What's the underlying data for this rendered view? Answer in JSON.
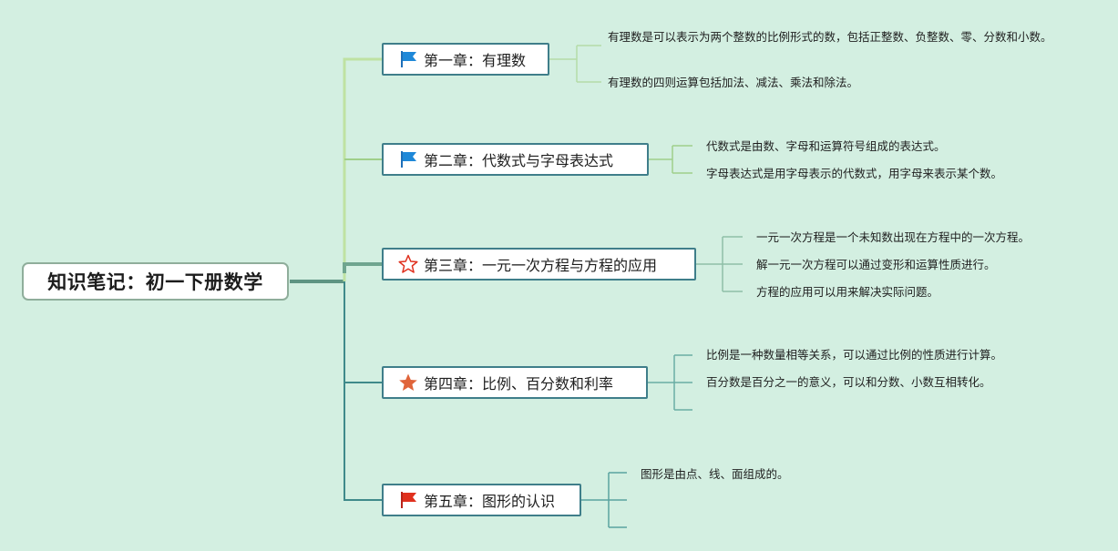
{
  "root": {
    "title": "知识笔记：初一下册数学"
  },
  "chapters": [
    {
      "title": "第一章：有理数",
      "icon": "blue-flag-icon",
      "notes": [
        "有理数是可以表示为两个整数的比例形式的数，包括正整数、负整数、零、分数和小数。",
        "有理数的四则运算包括加法、减法、乘法和除法。"
      ]
    },
    {
      "title": "第二章：代数式与字母表达式",
      "icon": "blue-flag-icon",
      "notes": [
        "代数式是由数、字母和运算符号组成的表达式。",
        "字母表达式是用字母表示的代数式，用字母来表示某个数。"
      ]
    },
    {
      "title": "第三章：一元一次方程与方程的应用",
      "icon": "outline-star-icon",
      "notes": [
        "一元一次方程是一个未知数出现在方程中的一次方程。",
        "解一元一次方程可以通过变形和运算性质进行。",
        "方程的应用可以用来解决实际问题。"
      ]
    },
    {
      "title": "第四章：比例、百分数和利率",
      "icon": "filled-star-icon",
      "notes": [
        "比例是一种数量相等关系，可以通过比例的性质进行计算。",
        "百分数是百分之一的意义，可以和分数、小数互相转化。"
      ]
    },
    {
      "title": "第五章：图形的认识",
      "icon": "red-flag-icon",
      "notes": [
        "图形是由点、线、面组成的。"
      ]
    }
  ],
  "colors": {
    "background": "#d3efe1",
    "blue_flag": "#1e88d8",
    "red_flag": "#e0301e",
    "star_outline": "#e0301e",
    "star_filled": "#e0643a",
    "box_border": "#3f7e8a"
  }
}
